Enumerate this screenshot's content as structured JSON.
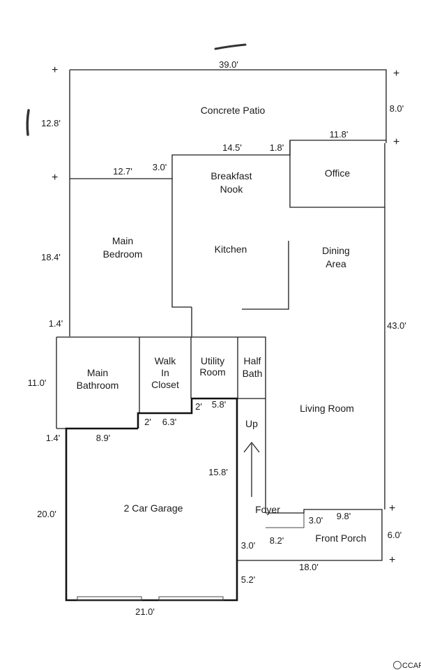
{
  "rooms": {
    "concrete_patio": "Concrete Patio",
    "breakfast_nook_1": "Breakfast",
    "breakfast_nook_2": "Nook",
    "office": "Office",
    "main_bedroom_1": "Main",
    "main_bedroom_2": "Bedroom",
    "kitchen": "Kitchen",
    "dining_area_1": "Dining",
    "dining_area_2": "Area",
    "main_bathroom_1": "Main",
    "main_bathroom_2": "Bathroom",
    "walk_in_closet_1": "Walk",
    "walk_in_closet_2": "In",
    "walk_in_closet_3": "Closet",
    "utility_room_1": "Utility",
    "utility_room_2": "Room",
    "half_bath_1": "Half",
    "half_bath_2": "Bath",
    "living_room": "Living Room",
    "up": "Up",
    "garage": "2 Car Garage",
    "foyer": "Foyer",
    "front_porch": "Front Porch"
  },
  "dimensions": {
    "d39_0": "39.0'",
    "d12_8": "12.8'",
    "d8_0": "8.0'",
    "d14_5": "14.5'",
    "d1_8": "1.8'",
    "d11_8": "11.8'",
    "d12_7": "12.7'",
    "d3_0_top": "3.0'",
    "d18_4": "18.4'",
    "d1_4_top": "1.4'",
    "d43_0": "43.0'",
    "d11_0": "11.0'",
    "d2_closet": "2'",
    "d6_3": "6.3'",
    "d2_utility": "2'",
    "d5_8": "5.8'",
    "d1_4_bottom": "1.4'",
    "d8_9": "8.9'",
    "d15_8": "15.8'",
    "d20_0": "20.0'",
    "d3_0_porch": "3.0'",
    "d9_8": "9.8'",
    "d6_0": "6.0'",
    "d3_0_foyer": "3.0'",
    "d8_2": "8.2'",
    "d18_0": "18.0'",
    "d5_2": "5.2'",
    "d21_0": "21.0'"
  },
  "markers": {
    "plus": "+"
  },
  "watermark": {
    "text": "CCAR",
    "icon": "cc-icon"
  },
  "colors": {
    "lines": "#1a1a1a",
    "background": "#ffffff"
  }
}
